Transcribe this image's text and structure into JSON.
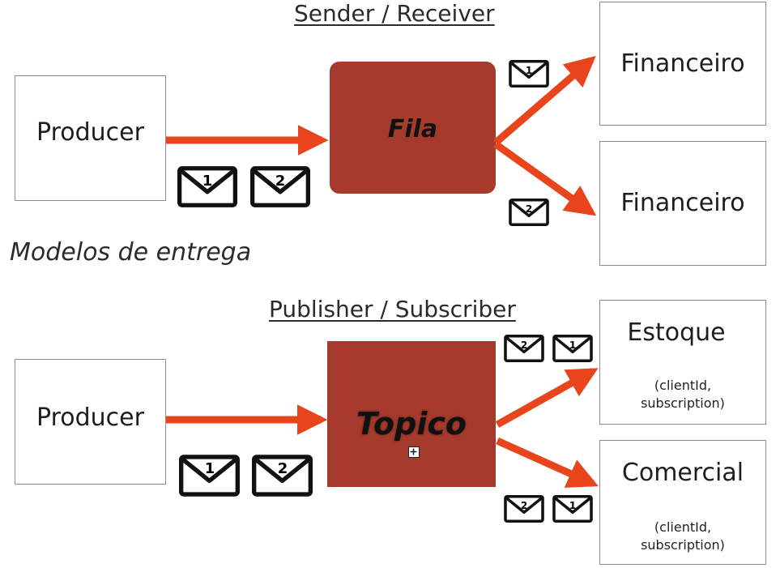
{
  "sections": {
    "queue": {
      "title": "Sender / Receiver",
      "producer": "Producer",
      "broker": "Fila",
      "consumers": [
        "Financeiro",
        "Financeiro"
      ],
      "messages_in": [
        "1",
        "2"
      ],
      "messages_out_top": [
        "1"
      ],
      "messages_out_bottom": [
        "2"
      ]
    },
    "topic": {
      "title": "Publisher / Subscriber",
      "producer": "Producer",
      "broker": "Topico",
      "expand_icon": "plus-square-icon",
      "consumers": [
        {
          "name": "Estoque",
          "detail_line1": "(clientId,",
          "detail_line2": "subscription)"
        },
        {
          "name": "Comercial",
          "detail_line1": "(clientId,",
          "detail_line2": "subscription)"
        }
      ],
      "messages_in": [
        "1",
        "2"
      ],
      "messages_out_top": [
        "2",
        "1"
      ],
      "messages_out_bottom": [
        "2",
        "1"
      ]
    }
  },
  "center_label": "Modelos de entrega",
  "colors": {
    "arrow": "#e8451c",
    "broker": "#a63a2c",
    "border": "#8c8c8c"
  }
}
